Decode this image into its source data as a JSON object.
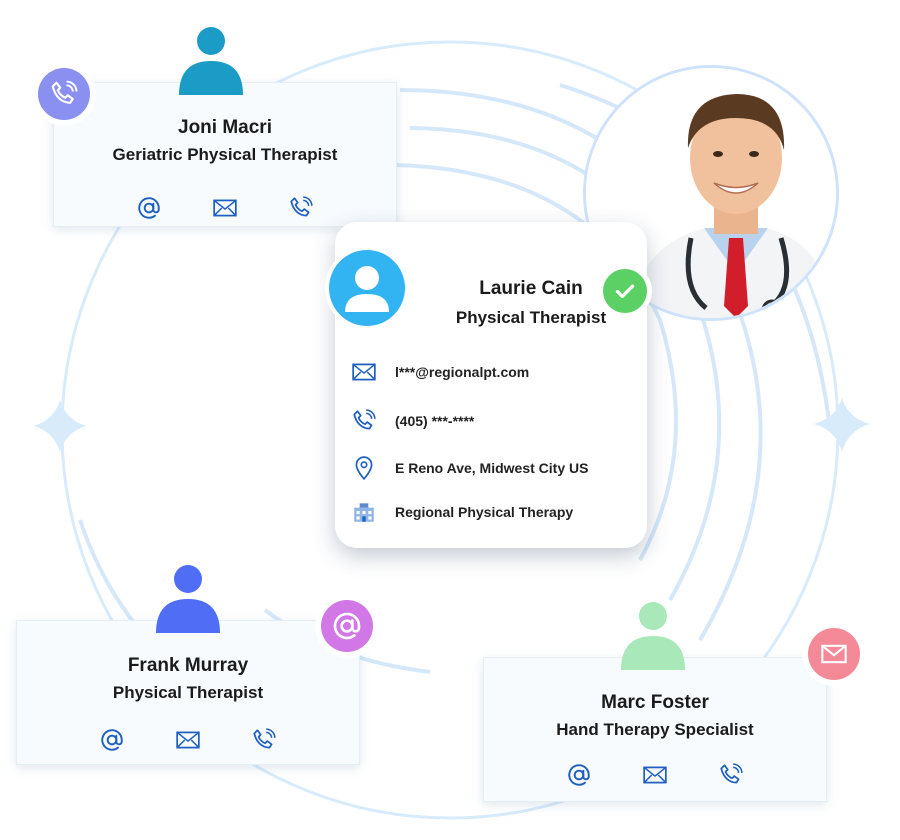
{
  "cards": {
    "joni": {
      "name": "Joni Macri",
      "role": "Geriatric Physical Therapist",
      "avatar_color": "#1b9cc7"
    },
    "frank": {
      "name": "Frank Murray",
      "role": "Physical Therapist",
      "avatar_color": "#4f6ef5"
    },
    "marc": {
      "name": "Marc Foster",
      "role": "Hand Therapy Specialist",
      "avatar_color": "#a9e8b8"
    }
  },
  "main_card": {
    "name": "Laurie Cain",
    "role": "Physical Therapist",
    "email": "l***@regionalpt.com",
    "phone": "(405) ***-****",
    "address": "E Reno Ave, Midwest City US",
    "organization": "Regional Physical Therapy",
    "avatar_color": "#33b4f2"
  },
  "badges": {
    "phone_badge_color": "#8a90ef",
    "email_badge_color": "#d277e6",
    "mail_badge_color": "#f48a97",
    "verified_color": "#5ad065"
  },
  "icons": [
    "at-icon",
    "envelope-icon",
    "phone-icon",
    "location-pin-icon",
    "building-icon",
    "check-icon",
    "user-icon"
  ],
  "accent_color": "#1f5fbf"
}
